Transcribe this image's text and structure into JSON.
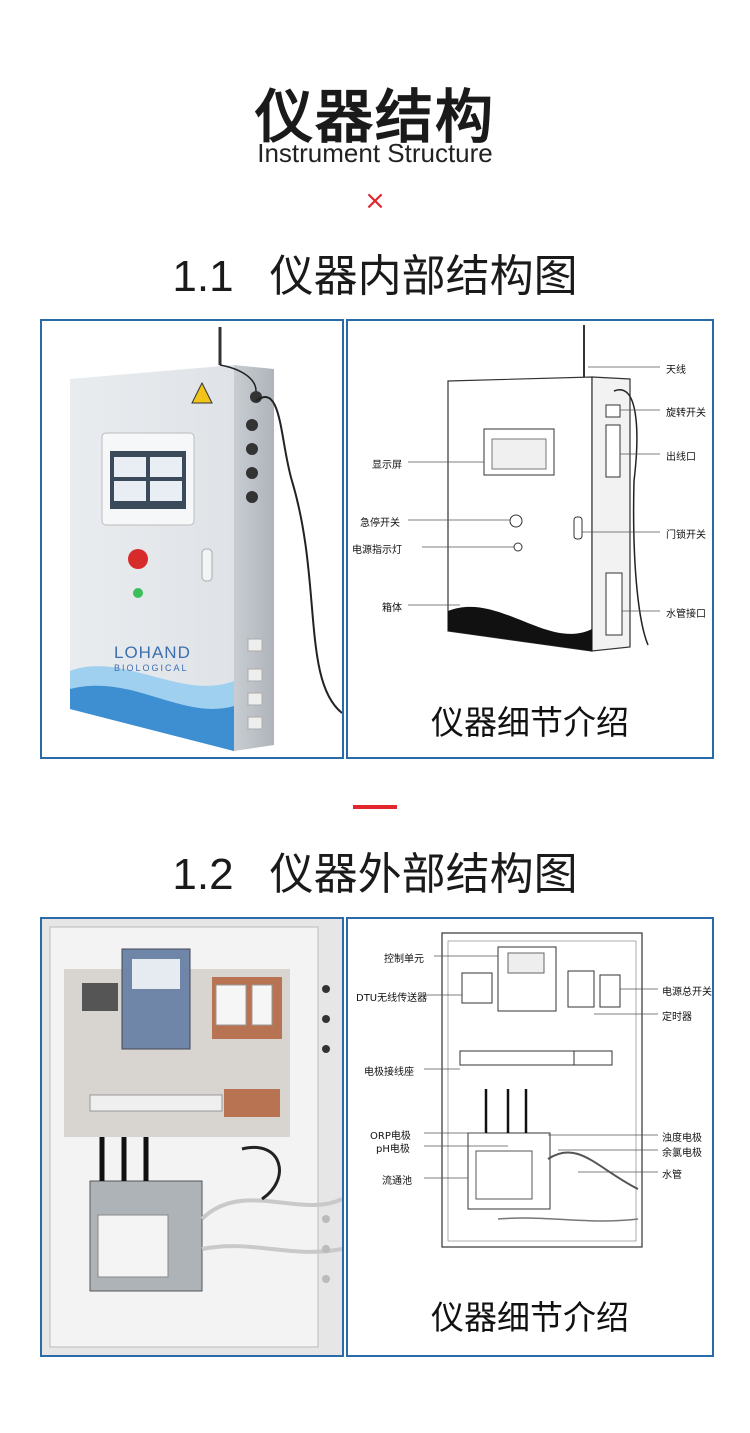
{
  "header": {
    "title_zh": "仪器结构",
    "title_en": "Instrument Structure",
    "divider_glyph": "×"
  },
  "section1": {
    "number": "1.1",
    "title": "仪器内部结构图",
    "photo": {
      "brand_line1": "LOHAND",
      "brand_line2": "BIOLOGICAL"
    },
    "diagram": {
      "caption": "仪器细节介绍",
      "labels": {
        "antenna": "天线",
        "rotary_switch": "旋转开关",
        "cable_outlet": "出线口",
        "display": "显示屏",
        "emergency_stop": "急停开关",
        "door_lock": "门锁开关",
        "power_light": "电源指示灯",
        "cabinet": "箱体",
        "water_interface": "水管接口"
      }
    }
  },
  "section2": {
    "number": "1.2",
    "title": "仪器外部结构图",
    "diagram": {
      "caption": "仪器细节介绍",
      "labels": {
        "control_unit": "控制单元",
        "dtu": "DTU无线传送器",
        "main_switch": "电源总开关",
        "timer": "定时器",
        "electrode_terminal": "电极接线座",
        "orp_electrode": "ORP电极",
        "ph_electrode": "pH电极",
        "turbidity_electrode": "浊度电极",
        "chlorine_electrode": "余氯电极",
        "water_pipe": "水管",
        "flow_cell": "流通池"
      }
    }
  },
  "colors": {
    "accent_red": "#e1262d",
    "frame_blue": "#2a6aa8"
  }
}
